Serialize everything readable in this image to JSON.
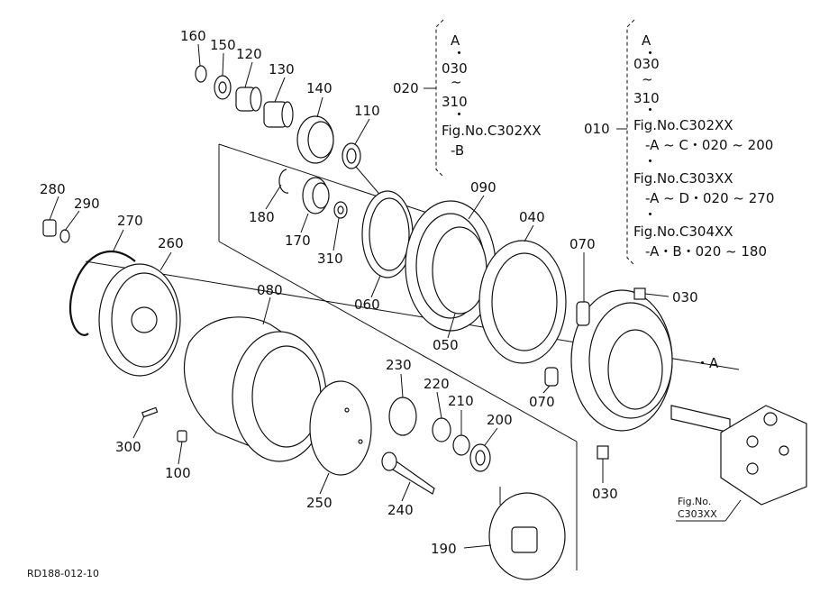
{
  "parts": {
    "p160": "160",
    "p150": "150",
    "p120": "120",
    "p130": "130",
    "p140": "140",
    "p110": "110",
    "p180": "180",
    "p170": "170",
    "p310": "310",
    "p280": "280",
    "p290": "290",
    "p270": "270",
    "p260": "260",
    "p060": "060",
    "p090": "090",
    "p050": "050",
    "p040": "040",
    "p070a": "070",
    "p070b": "070",
    "p030a": "030",
    "p030b": "030",
    "p080": "080",
    "p230": "230",
    "p220": "220",
    "p210": "210",
    "p200": "200",
    "p300": "300",
    "p100": "100",
    "p250": "250",
    "p240": "240",
    "p190": "190"
  },
  "note_020": {
    "code": "020",
    "lines": [
      "A",
      "・",
      "030",
      "~",
      "310",
      "・",
      "Fig.No.C302XX",
      "-B"
    ]
  },
  "note_010": {
    "code": "010",
    "lines": [
      "A",
      "・",
      "030",
      "~",
      "310",
      "・",
      "Fig.No.C302XX",
      "-A ~ C・020 ~ 200",
      "・",
      "Fig.No.C303XX",
      "-A ~ D・020 ~ 270",
      "・",
      "Fig.No.C304XX",
      "-A・B・020 ~ 180"
    ]
  },
  "marker_a": "・A",
  "ref_fig": {
    "line1": "Fig.No.",
    "line2": "C303XX"
  },
  "drawing_code": "RD188-012-10"
}
